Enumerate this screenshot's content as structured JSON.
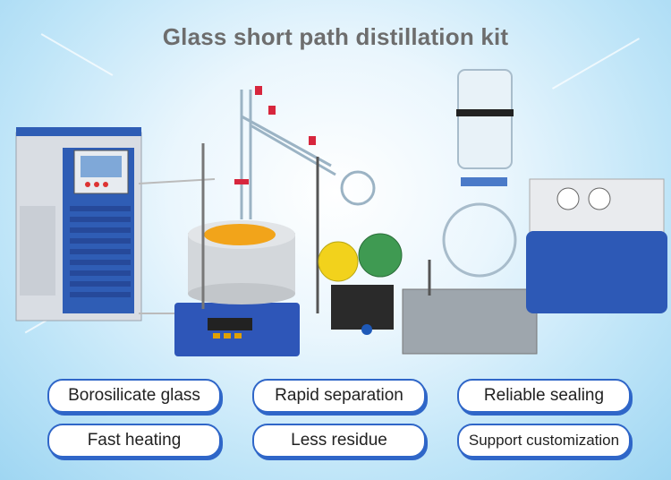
{
  "title": "Glass short path distillation kit",
  "features": [
    {
      "label": "Borosilicate glass"
    },
    {
      "label": "Rapid separation"
    },
    {
      "label": "Reliable sealing"
    },
    {
      "label": "Fast heating"
    },
    {
      "label": "Less residue"
    },
    {
      "label": "Support customization"
    }
  ],
  "colors": {
    "accent": "#2f66c8",
    "title": "#6d6d6d",
    "chiller_blue": "#2f5db5",
    "mantle_blue": "#2e56b8",
    "pump_blue": "#2d59b6"
  },
  "equipment": [
    {
      "name": "chiller"
    },
    {
      "name": "heating-mantle-stirrer"
    },
    {
      "name": "short-path-glassware"
    },
    {
      "name": "receiving-flasks"
    },
    {
      "name": "cold-trap"
    },
    {
      "name": "vacuum-pump"
    }
  ]
}
